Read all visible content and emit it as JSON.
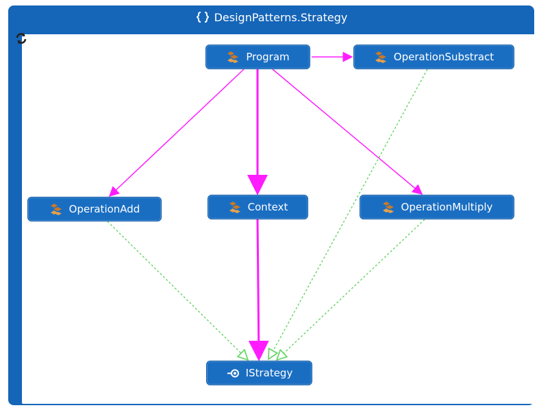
{
  "header": {
    "title": "DesignPatterns.Strategy",
    "icon": "namespace-icon"
  },
  "toolbar": {
    "refresh_icon": "refresh-icon"
  },
  "nodes": [
    {
      "id": "program",
      "label": "Program",
      "icon": "class-icon"
    },
    {
      "id": "operationsubstract",
      "label": "OperationSubstract",
      "icon": "class-icon"
    },
    {
      "id": "operationadd",
      "label": "OperationAdd",
      "icon": "class-icon"
    },
    {
      "id": "context",
      "label": "Context",
      "icon": "class-icon"
    },
    {
      "id": "operationmultiply",
      "label": "OperationMultiply",
      "icon": "class-icon"
    },
    {
      "id": "istrategy",
      "label": "IStrategy",
      "icon": "interface-icon"
    }
  ],
  "edges": [
    {
      "from": "program",
      "to": "operationsubstract",
      "type": "dependency"
    },
    {
      "from": "program",
      "to": "operationadd",
      "type": "dependency"
    },
    {
      "from": "program",
      "to": "context",
      "type": "dependency"
    },
    {
      "from": "program",
      "to": "operationmultiply",
      "type": "dependency"
    },
    {
      "from": "context",
      "to": "istrategy",
      "type": "dependency"
    },
    {
      "from": "operationadd",
      "to": "istrategy",
      "type": "implements"
    },
    {
      "from": "operationsubstract",
      "to": "istrategy",
      "type": "implements"
    },
    {
      "from": "operationmultiply",
      "to": "istrategy",
      "type": "implements"
    }
  ],
  "colors": {
    "frame": "#1565b8",
    "node": "#1a6ec2",
    "dependency_edge": "#ff1cff",
    "implements_edge": "#63d463",
    "class_icon": "#c8792a"
  }
}
